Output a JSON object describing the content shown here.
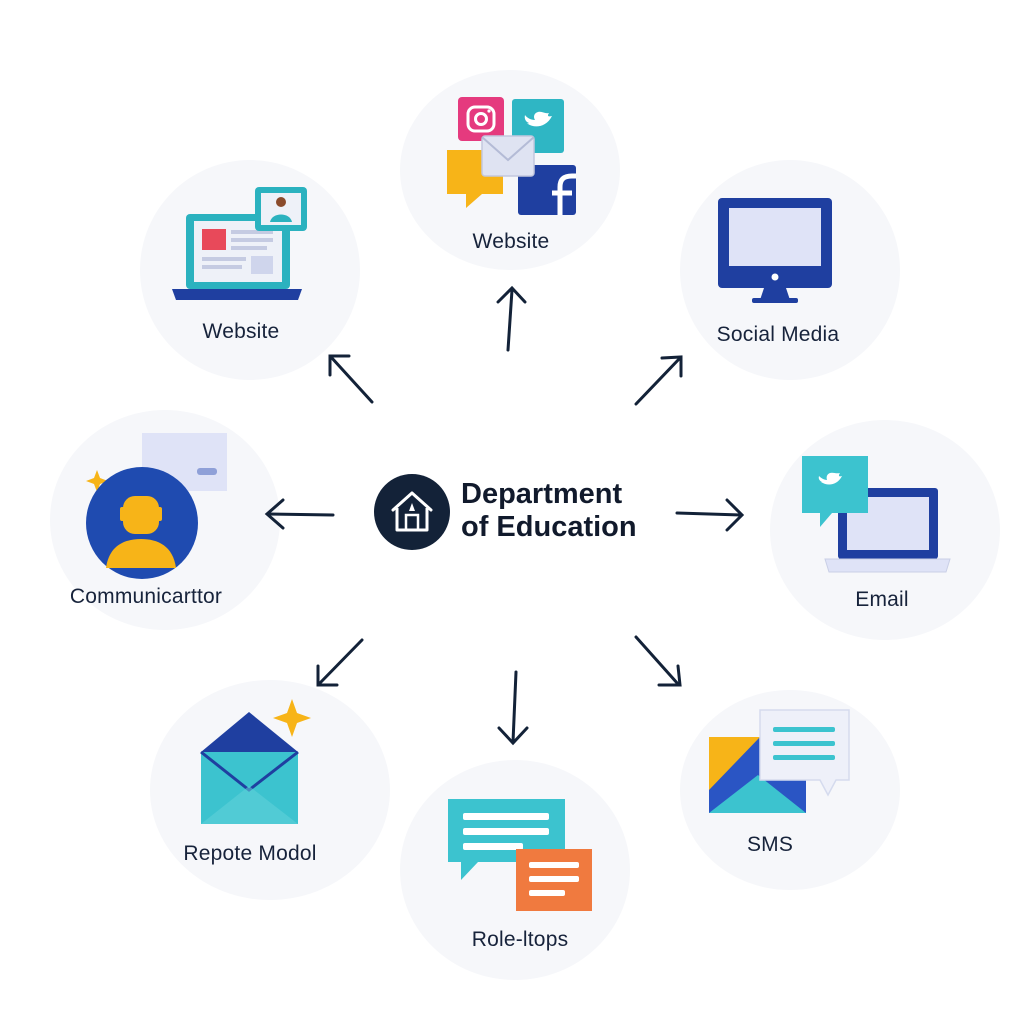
{
  "center": {
    "title_line1": "Department",
    "title_line2": "of Education",
    "icon": "house-icon"
  },
  "nodes": [
    {
      "key": "top",
      "label": "Website",
      "icon": "social-media-collage-icon"
    },
    {
      "key": "top-left",
      "label": "Website",
      "icon": "laptop-webpage-icon"
    },
    {
      "key": "top-right",
      "label": "Social Media",
      "icon": "desktop-monitor-icon"
    },
    {
      "key": "left",
      "label": "Communicarttor",
      "icon": "person-avatar-icon"
    },
    {
      "key": "right",
      "label": "Email",
      "icon": "laptop-chat-icon"
    },
    {
      "key": "bottom-left",
      "label": "Repote Modol",
      "icon": "envelope-icon"
    },
    {
      "key": "bottom",
      "label": "Role-ltops",
      "icon": "chat-bubbles-icon"
    },
    {
      "key": "bottom-right",
      "label": "SMS",
      "icon": "message-envelope-icon"
    }
  ],
  "colors": {
    "navy": "#1f3fa0",
    "dark": "#132238",
    "teal": "#3cc3cf",
    "orange": "#f07a3f",
    "yellow": "#f7b418",
    "pink": "#e53a7e",
    "lavender": "#dfe3f7"
  }
}
